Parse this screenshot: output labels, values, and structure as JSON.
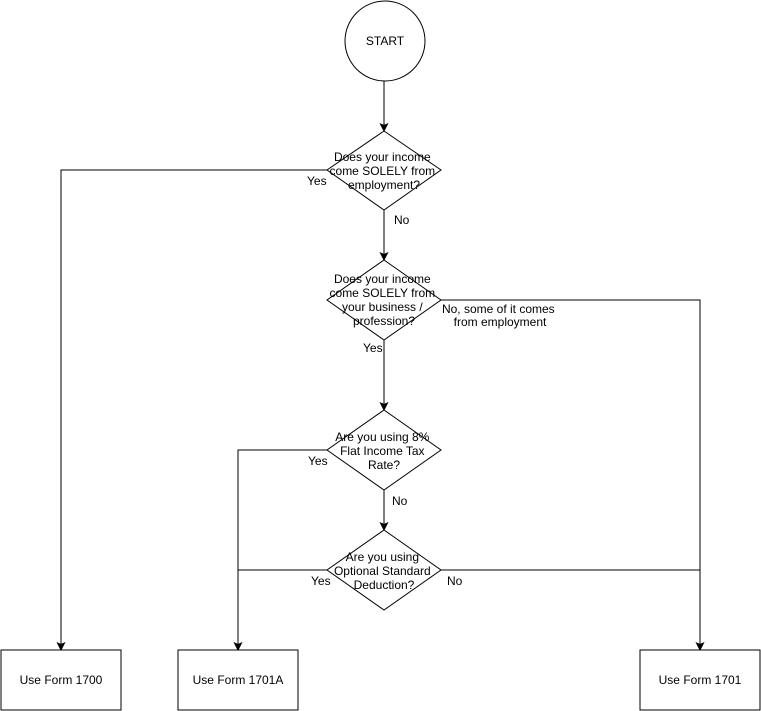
{
  "nodes": {
    "start": {
      "label": "START"
    },
    "q_employment": {
      "lines": [
        "Does your income",
        "come SOLELY from",
        "employment?"
      ]
    },
    "q_business": {
      "lines": [
        "Does your income",
        "come SOLELY from",
        "your business /",
        "profession?"
      ]
    },
    "q_flat_rate": {
      "lines": [
        "Are you using 8%",
        "Flat Income Tax",
        "Rate?"
      ]
    },
    "q_osd": {
      "lines": [
        "Are you using",
        "Optional Standard",
        "Deduction?"
      ]
    },
    "form_1700": {
      "label": "Use Form 1700"
    },
    "form_1701a": {
      "label": "Use Form 1701A"
    },
    "form_1701": {
      "label": "Use Form 1701"
    }
  },
  "edges": {
    "employment_yes": "Yes",
    "employment_no": "No",
    "business_yes": "Yes",
    "business_no_lines": [
      "No, some of it comes",
      "from employment"
    ],
    "flat_yes": "Yes",
    "flat_no": "No",
    "osd_yes": "Yes",
    "osd_no": "No"
  }
}
